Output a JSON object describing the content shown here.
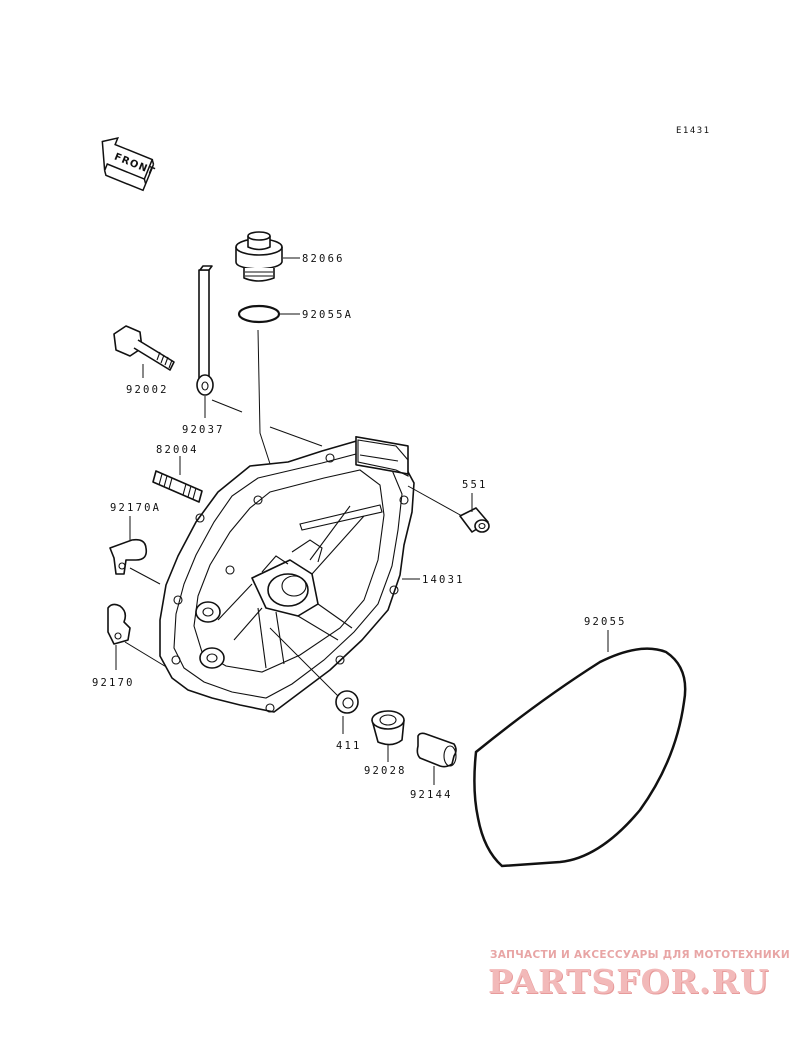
{
  "ref_code": "E1431",
  "front_label": "FRONT",
  "part_numbers": {
    "p82066": "82066",
    "p92055A": "92055A",
    "p92002": "92002",
    "p92037": "92037",
    "p82004": "82004",
    "p92170A": "92170A",
    "p92170": "92170",
    "p551": "551",
    "p14031": "14031",
    "p92055": "92055",
    "p411": "411",
    "p92028": "92028",
    "p92144": "92144"
  },
  "watermark": {
    "tagline": "ЗАПЧАСТИ И АКСЕССУАРЫ ДЛЯ МОТОТЕХНИКИ",
    "brand": "PARTSFOR.RU",
    "color": "#f2b9b9"
  },
  "icons": {
    "front_arrow": "front-arrow-icon"
  }
}
